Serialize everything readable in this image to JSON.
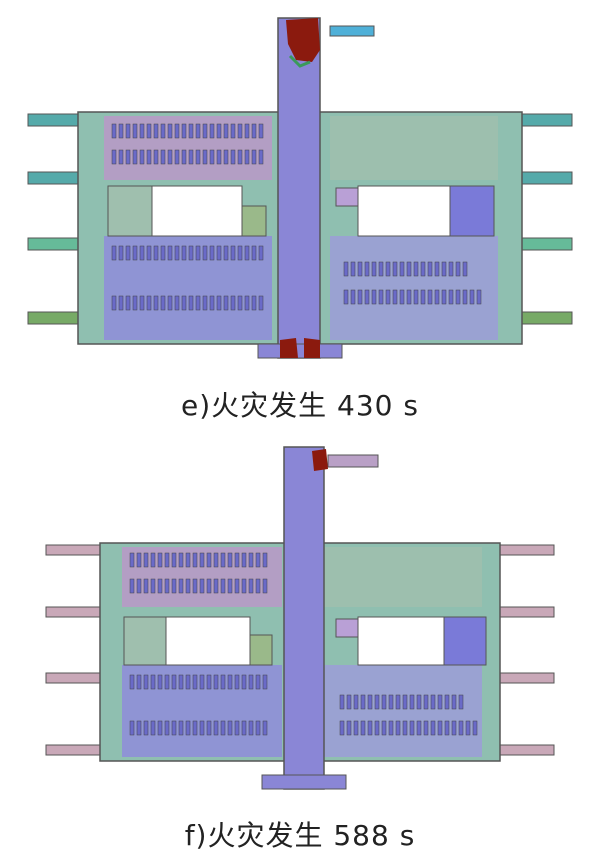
{
  "panels": [
    {
      "id": "e",
      "caption": "e)火灾发生 430 s",
      "smoke_spread": "high"
    },
    {
      "id": "f",
      "caption": "f)火灾发生 588 s",
      "smoke_spread": "low"
    }
  ],
  "colors": {
    "hall_purple": "#8f8fd8",
    "hall_pink": "#b79ac6",
    "hall_green": "#9fbfae",
    "shaft_purple": "#8a86d6",
    "outline": "#555566",
    "smoke_hot": "#8b1a0e",
    "smoke_warm": "#3a9a5a",
    "smoke_cool": "#4fb0d8"
  }
}
